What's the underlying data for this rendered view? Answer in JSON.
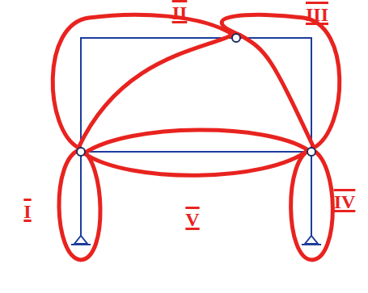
{
  "diagram": {
    "labels": [
      "II",
      "III",
      "I",
      "V",
      "IV"
    ]
  }
}
